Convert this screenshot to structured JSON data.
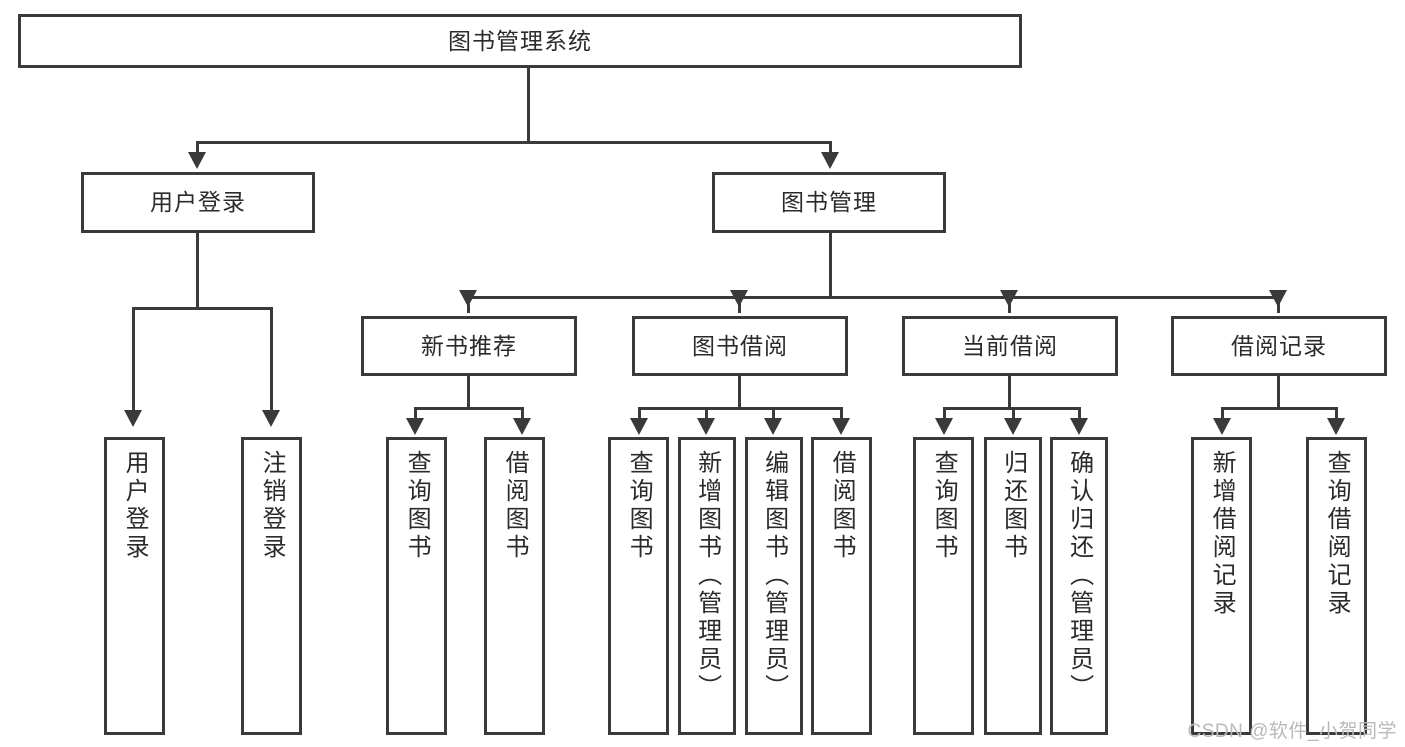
{
  "diagram": {
    "title": "图书管理系统",
    "type": "tree-hierarchy",
    "root": {
      "label": "图书管理系统"
    },
    "level2": [
      {
        "label": "用户登录"
      },
      {
        "label": "图书管理"
      }
    ],
    "level3": [
      {
        "label": "新书推荐"
      },
      {
        "label": "图书借阅"
      },
      {
        "label": "当前借阅"
      },
      {
        "label": "借阅记录"
      }
    ],
    "leaves": [
      {
        "label": "用户登录",
        "parent": "用户登录"
      },
      {
        "label": "注销登录",
        "parent": "用户登录"
      },
      {
        "label": "查询图书",
        "parent": "新书推荐"
      },
      {
        "label": "借阅图书",
        "parent": "新书推荐"
      },
      {
        "label": "查询图书",
        "parent": "图书借阅"
      },
      {
        "label": "新增图书（管理员）",
        "parent": "图书借阅"
      },
      {
        "label": "编辑图书（管理员）",
        "parent": "图书借阅"
      },
      {
        "label": "借阅图书",
        "parent": "图书借阅"
      },
      {
        "label": "查询图书",
        "parent": "当前借阅"
      },
      {
        "label": "归还图书",
        "parent": "当前借阅"
      },
      {
        "label": "确认归还（管理员）",
        "parent": "当前借阅"
      },
      {
        "label": "新增借阅记录",
        "parent": "借阅记录"
      },
      {
        "label": "查询借阅记录",
        "parent": "借阅记录"
      }
    ]
  },
  "watermark": {
    "text": "CSDN @软件_小贺同学"
  },
  "colors": {
    "stroke": "#3a3a3a",
    "background": "#ffffff",
    "text": "#2b2b2b",
    "watermark": "#b9b9b9"
  }
}
